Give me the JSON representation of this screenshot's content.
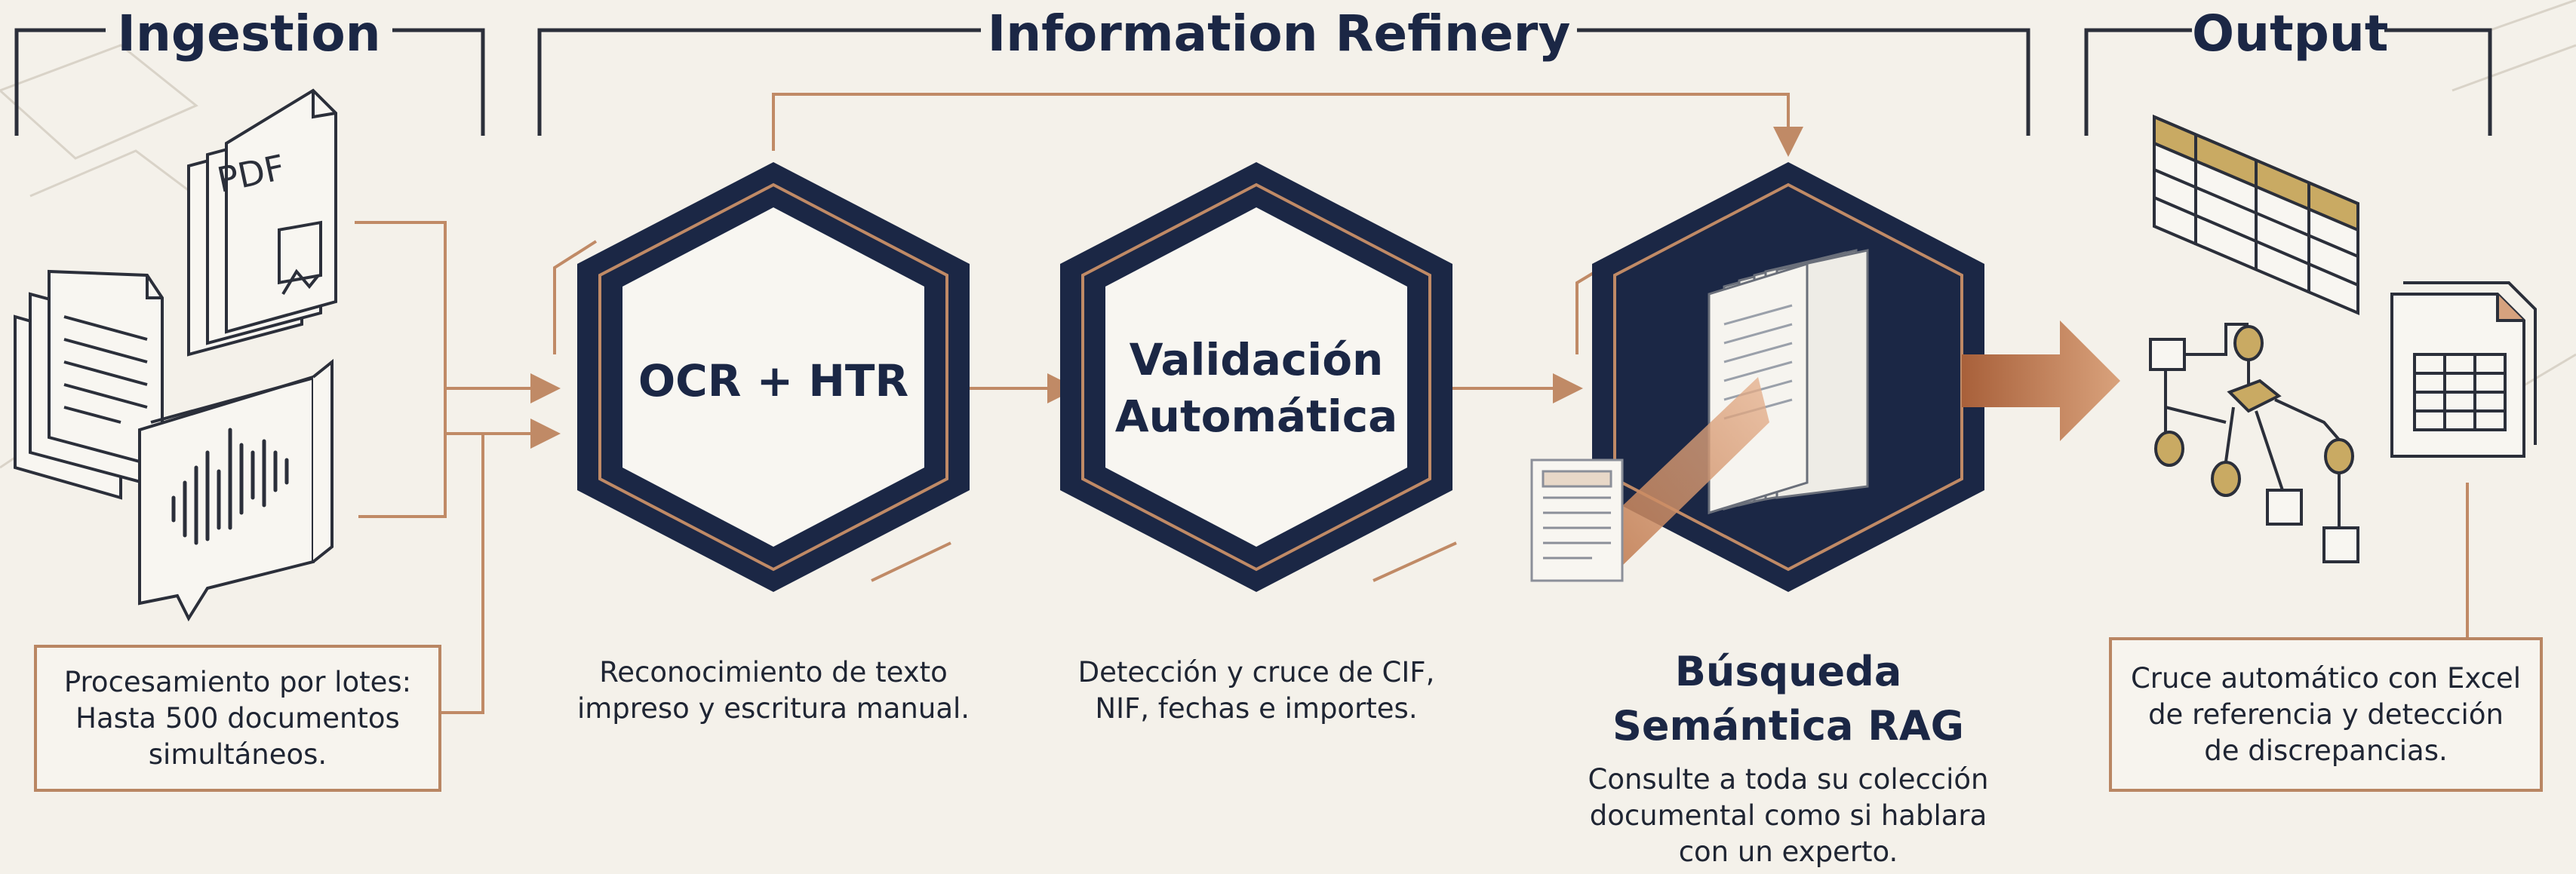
{
  "sections": {
    "ingestion": "Ingestion",
    "refinery": "Information Refinery",
    "output": "Output"
  },
  "icons": {
    "stack": "document-stack-icon",
    "pdf": "pdf-document-icon",
    "audio": "audio-waveform-icon",
    "form": "form-document-icon",
    "search": "document-search-icon",
    "spreadsheet": "spreadsheet-icon",
    "flowchart": "flowchart-icon",
    "excel": "excel-file-icon"
  },
  "ingestion": {
    "pdf_label": "PDF",
    "batch_text": "Procesamiento por lotes:\nHasta 500 documentos\nsimultáneos."
  },
  "stages": {
    "ocr": {
      "label": "OCR + HTR",
      "caption": "Reconocimiento de texto\nimpreso y escritura manual."
    },
    "validation": {
      "label": "Validación\nAutomática",
      "caption": "Detección y cruce de CIF,\nNIF, fechas e importes."
    },
    "rag": {
      "title": "Búsqueda\nSemántica RAG",
      "caption": "Consulte a toda su colección\ndocumental como si hablara\ncon un experto."
    }
  },
  "output": {
    "text": "Cruce automático con Excel\nde referencia y detección\nde discrepancias."
  },
  "colors": {
    "navy": "#1b2745",
    "copper": "#c08a66",
    "background": "#f4f1ea",
    "line": "#2b2f3a"
  }
}
